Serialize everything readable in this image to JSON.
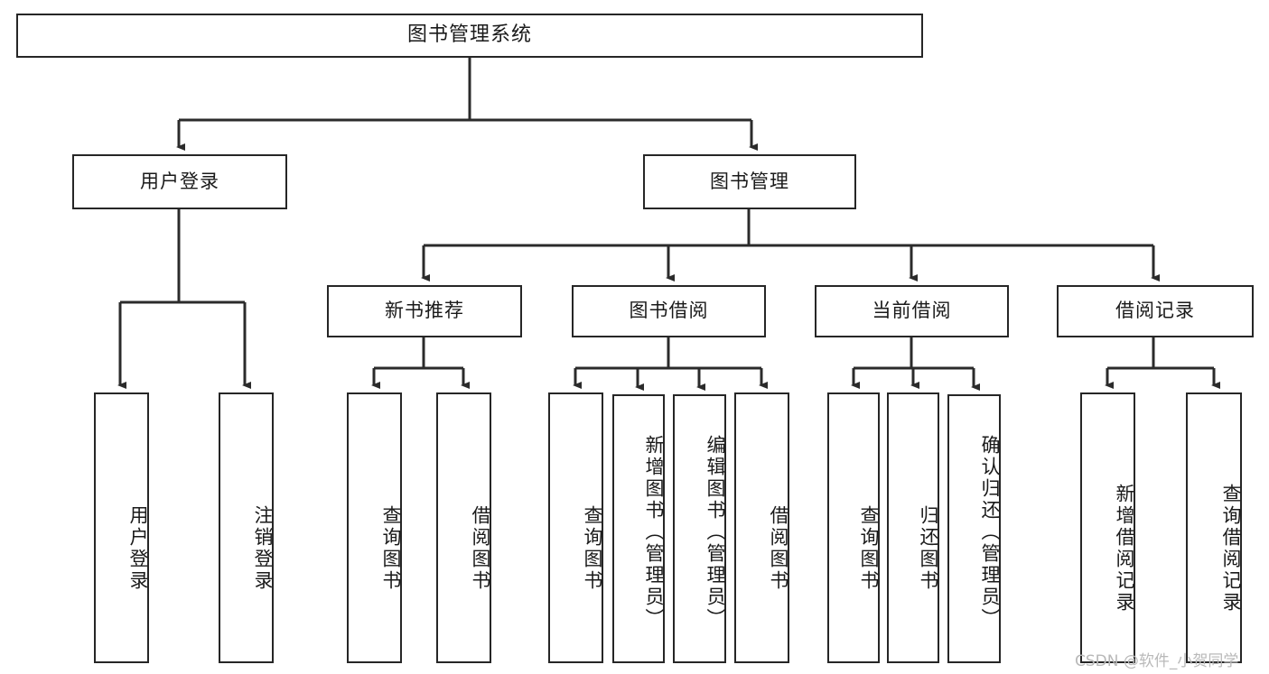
{
  "diagram": {
    "title": "图书管理系统",
    "type": "tree-hierarchy-diagram",
    "watermark": "CSDN @软件_小贺同学",
    "colors": {
      "background": "#ffffff",
      "box_border": "#262626",
      "box_fill": "#ffffff",
      "connector": "#2b2b2b",
      "text": "#1a1a1a",
      "watermark": "#b9b9b9"
    },
    "root": {
      "label": "图书管理系统"
    },
    "level2": [
      {
        "label": "用户登录"
      },
      {
        "label": "图书管理"
      }
    ],
    "level3": [
      {
        "label": "新书推荐"
      },
      {
        "label": "图书借阅"
      },
      {
        "label": "当前借阅"
      },
      {
        "label": "借阅记录"
      }
    ],
    "leaves": {
      "user_login": [
        {
          "label": "用户登录"
        },
        {
          "label": "注销登录"
        }
      ],
      "new_book_rec": [
        {
          "label": "查询图书"
        },
        {
          "label": "借阅图书"
        }
      ],
      "book_borrow": [
        {
          "label": "查询图书"
        },
        {
          "label": "新增图书（管理员）"
        },
        {
          "label": "编辑图书（管理员）"
        },
        {
          "label": "借阅图书"
        }
      ],
      "current_borrow": [
        {
          "label": "查询图书"
        },
        {
          "label": "归还图书"
        },
        {
          "label": "确认归还（管理员）"
        }
      ],
      "borrow_record": [
        {
          "label": "新增借阅记录"
        },
        {
          "label": "查询借阅记录"
        }
      ]
    }
  }
}
